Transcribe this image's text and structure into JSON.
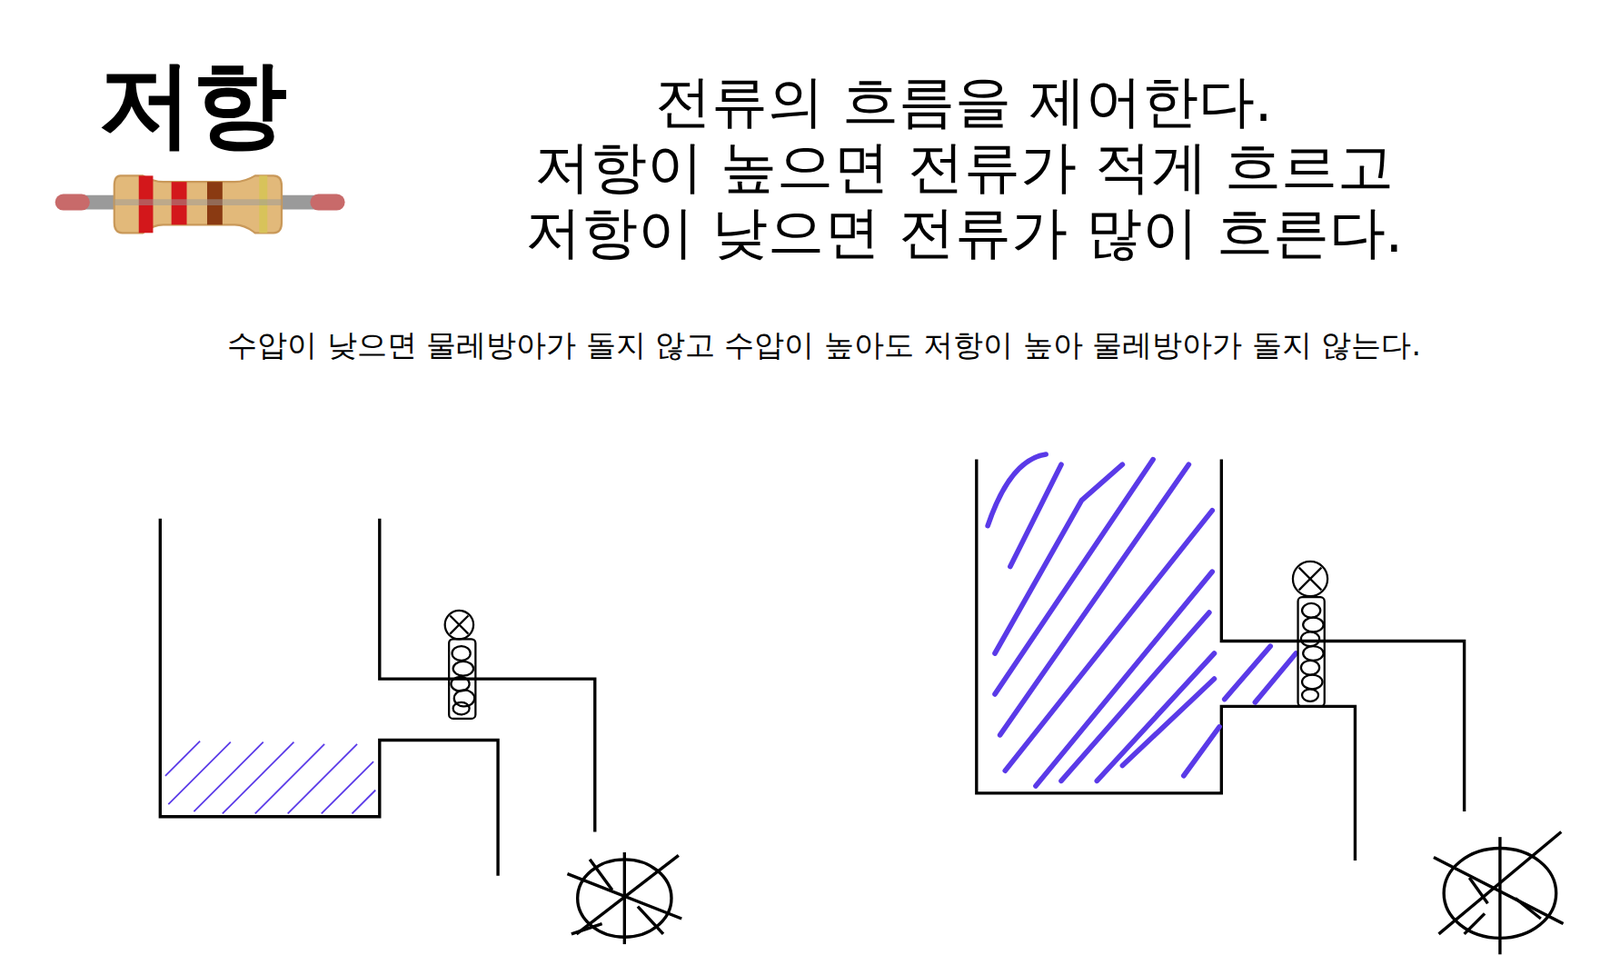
{
  "diagram": {
    "title": "저항",
    "labels": [
      "전류의 흐름을 제어한다.",
      "저항이 높으면 전류가 적게 흐르고",
      "저항이 낮으면 전류가 많이 흐른다.",
      "수압이 낮으면 물레방아가 돌지 않고 수압이 높아도 저항이 높아 물레방아가 돌지 않는다."
    ]
  }
}
